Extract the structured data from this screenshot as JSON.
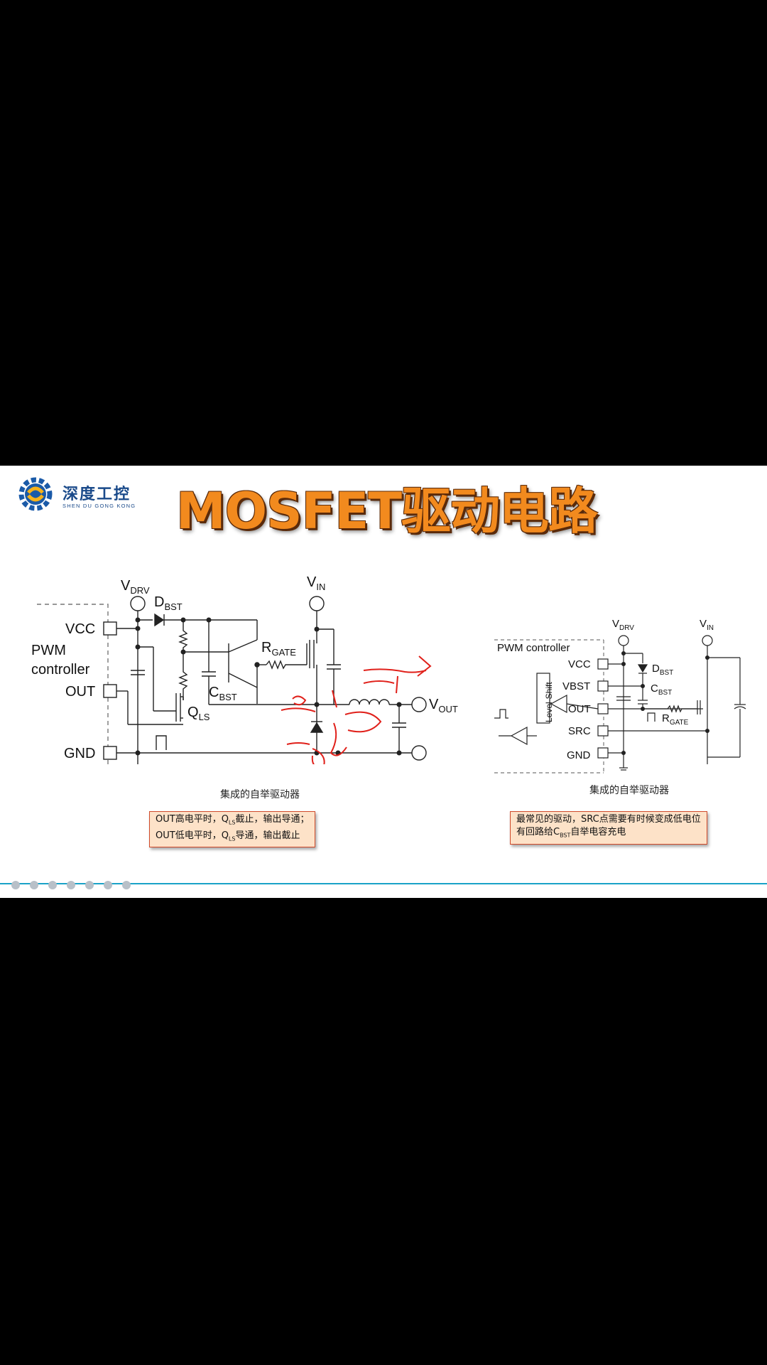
{
  "logo": {
    "cn": "深度工控",
    "en": "SHEN DU GONG KONG"
  },
  "title": "MOSFET驱动电路",
  "left_circuit": {
    "labels": {
      "vdrv": "V",
      "vdrv_sub": "DRV",
      "dbst": "D",
      "dbst_sub": "BST",
      "vin": "V",
      "vin_sub": "IN",
      "vcc": "VCC",
      "pwm": "PWM",
      "controller": "controller",
      "out": "OUT",
      "gnd": "GND",
      "rgate": "R",
      "rgate_sub": "GATE",
      "cbst": "C",
      "cbst_sub": "BST",
      "qls": "Q",
      "qls_sub": "LS",
      "vout": "V",
      "vout_sub": "OUT"
    },
    "caption": "集成的自举驱动器",
    "note_line1_a": "OUT高电平时，Q",
    "note_line1_sub": "LS",
    "note_line1_b": "截止，输出导通；",
    "note_line2_a": "OUT低电平时，Q",
    "note_line2_sub": "LS",
    "note_line2_b": "导通，输出截止"
  },
  "right_circuit": {
    "labels": {
      "vdrv": "V",
      "vdrv_sub": "DRV",
      "vin": "V",
      "vin_sub": "IN",
      "pwm_controller": "PWM controller",
      "vcc": "VCC",
      "vbst": "VBST",
      "out": "OUT",
      "src": "SRC",
      "gnd": "GND",
      "dbst": "D",
      "dbst_sub": "BST",
      "cbst": "C",
      "cbst_sub": "BST",
      "rgate": "R",
      "rgate_sub": "GATE",
      "level_shift": "Level-Shift"
    },
    "caption": "集成的自举驱动器",
    "note_line1": "最常见的驱动，SRC点需要有时候变成低电位",
    "note_line2_a": "有回路给C",
    "note_line2_sub": "BST",
    "note_line2_b": "自举电容充电"
  },
  "colors": {
    "title": "#f28a1e",
    "annotation": "#e0201a",
    "note_bg": "#fde2c8",
    "accent_line": "#1aa3c8"
  },
  "toolbar_icons": [
    "prev-icon",
    "next-icon",
    "pen-icon",
    "fullscreen-icon",
    "camera-icon",
    "chat-icon",
    "grid-icon"
  ]
}
